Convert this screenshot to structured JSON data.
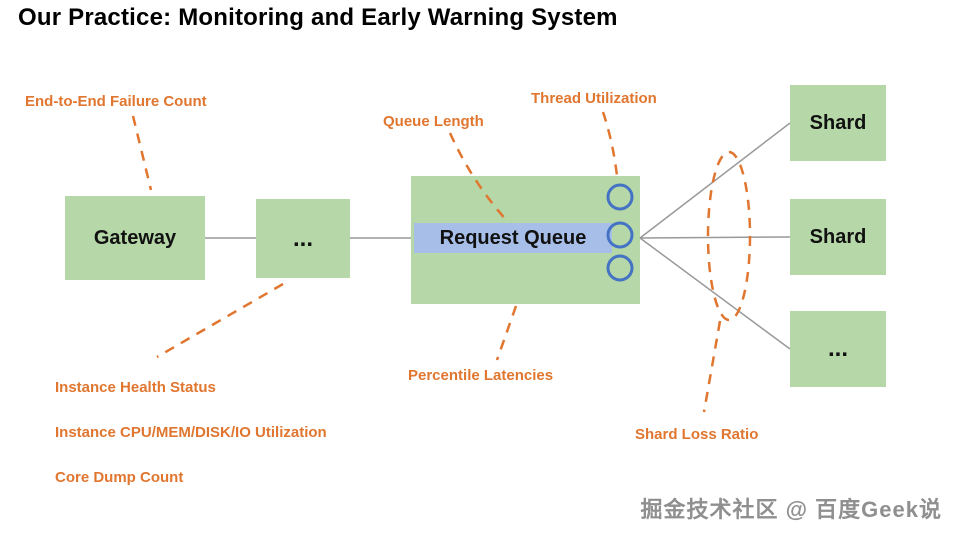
{
  "title": "Our Practice: Monitoring and Early Warning System",
  "nodes": {
    "gateway": "Gateway",
    "middle": "...",
    "request_queue": "Request Queue",
    "shard_top": "Shard",
    "shard_middle": "Shard",
    "shard_bottom": "..."
  },
  "annotations": {
    "end_to_end_failure": "End-to-End Failure Count",
    "queue_length": "Queue Length",
    "thread_utilization": "Thread Utilization",
    "instance_health": "Instance Health Status",
    "instance_cpu_mem": "Instance CPU/MEM/DISK/IO Utilization",
    "core_dump": "Core Dump Count",
    "percentile_latencies": "Percentile Latencies",
    "shard_loss_ratio": "Shard Loss Ratio"
  },
  "watermark": "掘金技术社区 @ 百度Geek说",
  "colors": {
    "node_green": "#b6d7a8",
    "highlight_blue": "#a7bfe8",
    "annotation_orange": "#e0762f",
    "thread_circle_blue": "#4472c4",
    "connector_gray": "#999999",
    "watermark_gray": "#8f8f8f"
  }
}
